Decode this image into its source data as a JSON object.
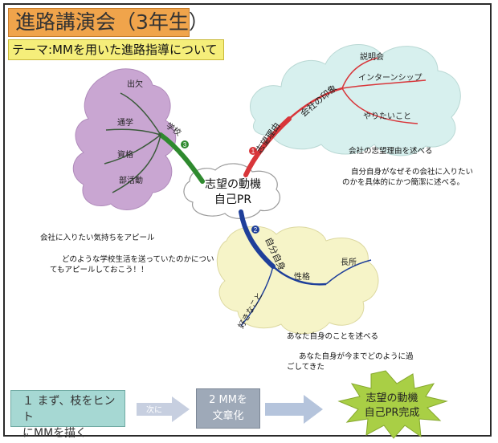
{
  "header": {
    "title": "進路講演会（3年生）",
    "theme": "テーマ:MMを用いた進路指導について"
  },
  "center": {
    "line1": "志望の動機",
    "line2": "自己PR"
  },
  "branch_top": {
    "number": "1",
    "main": "志望理由",
    "sub": "会社の印象",
    "leaves": [
      "説明会",
      "インターンシップ",
      "やりたいこと"
    ],
    "note1": "会社の志望理由を述べる",
    "note2a": "自分自身がなぜその会社に入りたい",
    "note2b": "のかを具体的にかつ簡潔に述べる。"
  },
  "branch_left": {
    "number": "3",
    "main": "学校",
    "leaves": [
      "出欠",
      "通学",
      "資格",
      "部活動"
    ],
    "note1": "会社に入りたい気持ちをアピール",
    "note2a": "どのような学校生活を送っていたのかについ",
    "note2b": "てもアピールしておこう！！"
  },
  "branch_bottom": {
    "number": "2",
    "main": "自分自身",
    "sub": "性格",
    "leaves": [
      "長所",
      "好きなこと"
    ],
    "note1": "あなた自身のことを述べる",
    "note2a": "あなた自身が今までどのように過",
    "note2b": "ごしてきた"
  },
  "flow": {
    "step1a": "１ まず、枝をヒント",
    "step1b": "にMMを描く",
    "step2": "次に",
    "step3a": "2 MMを",
    "step3b": "文章化",
    "result_line1": "志望の動機",
    "result_line2": "自己PR完成"
  },
  "colors": {
    "title_bg": "#f0a44b",
    "theme_bg": "#f5ee7a",
    "branch_top": "#d8363a",
    "branch_left": "#2f8a2f",
    "branch_bottom": "#1f3f9a",
    "cloud_top": "#d7f0ee",
    "cloud_left": "#c9a6d2",
    "cloud_bottom": "#f6f4c8",
    "starburst": "#a9cf45"
  }
}
